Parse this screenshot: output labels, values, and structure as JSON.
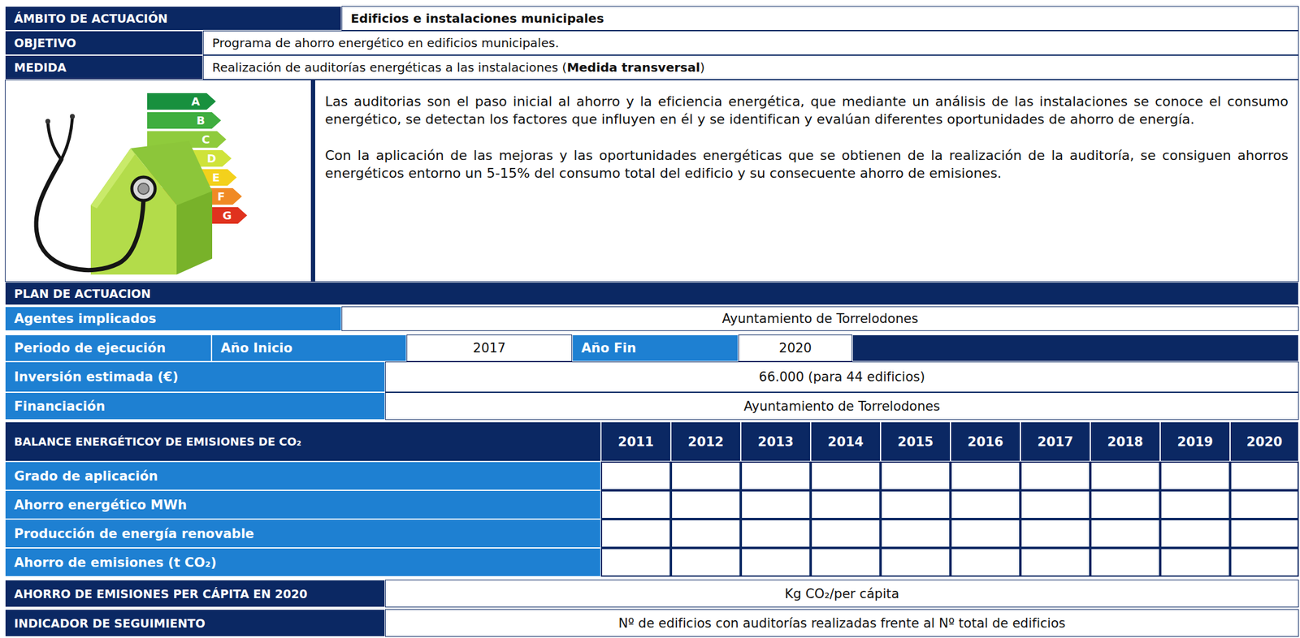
{
  "diagram": {
    "labels": [
      "ÁMBITO DE ACTUACIÓN",
      "Edificios e instalaciones municipales",
      "OBJETIVO",
      "Programa de ahorro energético en edificios municipales.",
      "MEDIDA",
      "Realización de auditorías energéticas a las instalaciones (",
      "Medida transversal",
      ")",
      "Las auditorias son el paso inicial al ahorro y la eficiencia energética, que mediante un análisis de las instalaciones se conoce el consumo energético, se detectan los factores que influyen en él y se identifican y evalúan diferentes oportunidades de ahorro de energía.",
      "Con la aplicación de las mejoras y las oportunidades energéticas que se obtienen de la realización de la auditoría, se consiguen ahorros energéticos entorno un 5-15% del consumo total del edificio y su consecuente ahorro de emisiones.",
      "PLAN DE ACTUACION",
      "Agentes implicados",
      "Ayuntamiento de Torrelodones",
      "Periodo de ejecución",
      "Año Inicio",
      "2017",
      "Año Fin",
      "2020",
      "Inversión estimada (€)",
      "66.000 (para 44 edificios)",
      "Financiación",
      "Ayuntamiento de Torrelodones",
      "BALANCE ENERGÉTICOY DE EMISIONES DE CO₂",
      "2011",
      "2012",
      "2013",
      "2014",
      "2015",
      "2016",
      "2017",
      "2018",
      "2019",
      "2020",
      "Grado de aplicación",
      "Ahorro energético MWh",
      "Producción de energía renovable",
      "Ahorro de emisiones (t CO₂)",
      "AHORRO DE EMISIONES PER CÁPITA EN 2020",
      "Kg CO₂/per cápita",
      "INDICADOR DE SEGUIMIENTO",
      "Nº de edificios con auditorías realizadas frente al Nº total de edificios",
      "A",
      "B",
      "C",
      "D",
      "E",
      "F",
      "G"
    ]
  }
}
